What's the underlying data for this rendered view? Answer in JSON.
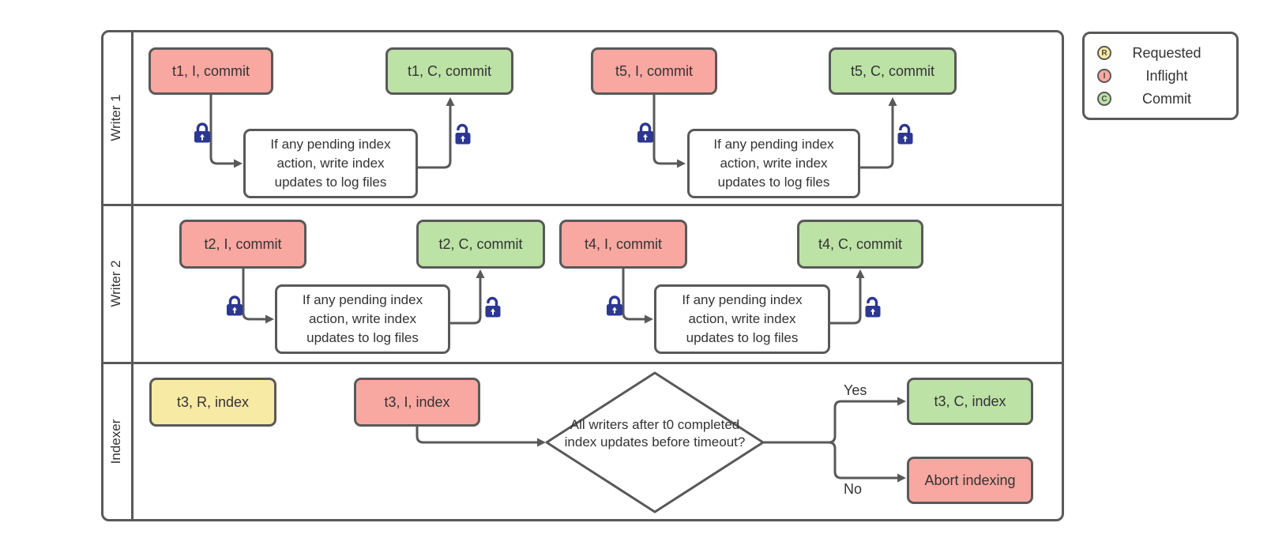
{
  "lanes": [
    {
      "label": "Writer 1"
    },
    {
      "label": "Writer 2"
    },
    {
      "label": "Indexer"
    }
  ],
  "action_text": "If any pending index action, write index updates to log files",
  "nodes": {
    "t1_inflight": "t1, I, commit",
    "t1_commit": "t1, C, commit",
    "t5_inflight": "t5, I, commit",
    "t5_commit": "t5, C, commit",
    "t2_inflight": "t2, I, commit",
    "t2_commit": "t2, C, commit",
    "t4_inflight": "t4, I, commit",
    "t4_commit": "t4, C, commit",
    "t3_requested": "t3, R, index",
    "t3_inflight": "t3, I, index",
    "t3_commit": "t3, C, index",
    "abort": "Abort indexing"
  },
  "decision": {
    "text": "All writers after t0 completed index updates before timeout?"
  },
  "branch_labels": {
    "yes": "Yes",
    "no": "No"
  },
  "legend": {
    "items": [
      {
        "symbol": "R",
        "label": "Requested"
      },
      {
        "symbol": "I",
        "label": "Inflight"
      },
      {
        "symbol": "C",
        "label": "Commit"
      }
    ]
  },
  "colors": {
    "requested_fill": "#f7eaa5",
    "inflight_fill": "#f9a8a1",
    "commit_fill": "#bce2a6",
    "shape_border": "#595959",
    "connector": "#595959",
    "lock_icon": "#2c3792",
    "text": "#333333"
  }
}
